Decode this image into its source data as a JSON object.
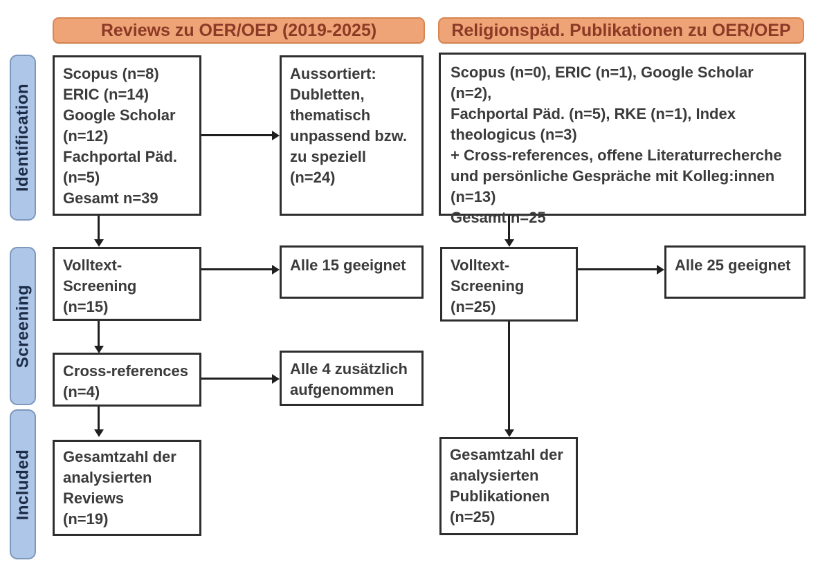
{
  "headers": {
    "left": "Reviews zu OER/OEP (2019-2025)",
    "right": "Religionspäd. Publikationen zu OER/OEP"
  },
  "stages": {
    "identification": "Identification",
    "screening": "Screening",
    "included": "Included"
  },
  "left_column": {
    "identification_box": "Scopus (n=8)\nERIC (n=14)\nGoogle Scholar\n(n=12)\nFachportal Päd.\n(n=5)\nGesamt n=39",
    "excluded_box": "Aussortiert:\nDubletten,\nthematisch\nunpassend bzw.\nzu speziell\n(n=24)",
    "fulltext_box": "Volltext-\nScreening\n(n=15)",
    "eligible_box": "Alle 15 geeignet",
    "crossref_box": "Cross-references\n(n=4)",
    "added_box": "Alle 4 zusätzlich\naufgenommen",
    "included_box": "Gesamtzahl der\nanalysierten\nReviews\n(n=19)"
  },
  "right_column": {
    "identification_box": "Scopus (n=0), ERIC (n=1), Google Scholar (n=2),\nFachportal Päd. (n=5), RKE (n=1), Index\ntheologicus (n=3)\n+ Cross-references, offene Literaturrecherche\nund persönliche Gespräche mit Kolleg:innen\n(n=13)\nGesamt n=25",
    "fulltext_box": "Volltext-\nScreening\n(n=25)",
    "eligible_box": "Alle 25 geeignet",
    "included_box": "Gesamtzahl der\nanalysierten\nPublikationen\n(n=25)"
  },
  "colors": {
    "header_fill": "#efa478",
    "header_border": "#d9854f",
    "header_text": "#8c3a26",
    "stage_fill": "#aec6e8",
    "stage_border": "#7d97bd",
    "stage_text": "#1d2c47",
    "box_border": "#2e2e2e",
    "box_text": "#3b3b3b",
    "arrow": "#1f1f1f"
  }
}
